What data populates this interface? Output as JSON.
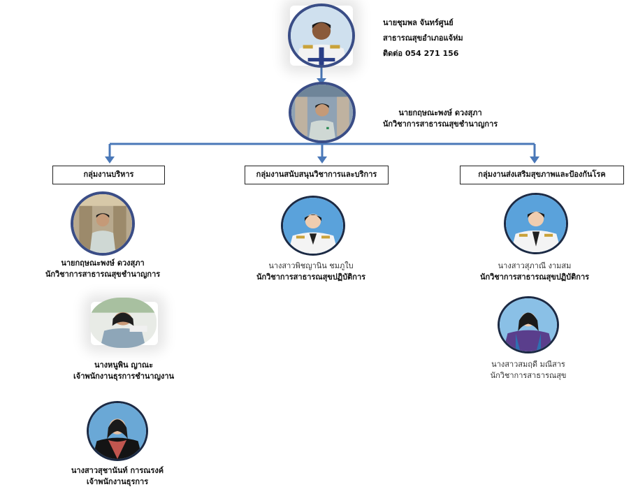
{
  "director": {
    "name": "นายชุมพล จันทร์ศูนย์",
    "position": "สาธารณสุขอำเภอแจ้ห่ม",
    "contact": "ติดต่อ 054 271 156"
  },
  "deputy": {
    "name": "นายกฤษณะพงษ์ ดวงสุภา",
    "position": "นักวิชาการสาธารณสุขชำนาญการ"
  },
  "groups": [
    {
      "title": "กลุ่มงานบริหาร",
      "members": [
        {
          "name": "นายกฤษณะพงษ์ ดวงสุภา",
          "position": "นักวิชาการสาธารณสุขชำนาญการ"
        },
        {
          "name": "นางหนูพิน ญาณะ",
          "position": "เจ้าพนักงานธุรการชำนาญงาน"
        },
        {
          "name": "นางสาวสุชานันท์ การณรงค์",
          "position": "เจ้าพนักงานธุรการ"
        }
      ]
    },
    {
      "title": "กลุ่มงานสนับสนุนวิชาการและบริการ",
      "members": [
        {
          "name": "นางสาวพิชญานิน ชมภูใบ",
          "position": "นักวิชาการสาธารณสุขปฏิบัติการ"
        }
      ]
    },
    {
      "title": "กลุ่มงานส่งเสริมสุขภาพและป้องกันโรค",
      "members": [
        {
          "name": "นางสาวสุภาณี งามสม",
          "position": "นักวิชาการสาธารณสุขปฏิบัติการ"
        },
        {
          "name": "นางสาวสมฤดี มณีสาร",
          "position": "นักวิชาการสาธารณสุข"
        }
      ]
    }
  ],
  "colors": {
    "connector": "#4a78b8",
    "photo_ring": "#3a4d86"
  },
  "icons": [
    "portrait-icon",
    "arrow-down-icon"
  ]
}
